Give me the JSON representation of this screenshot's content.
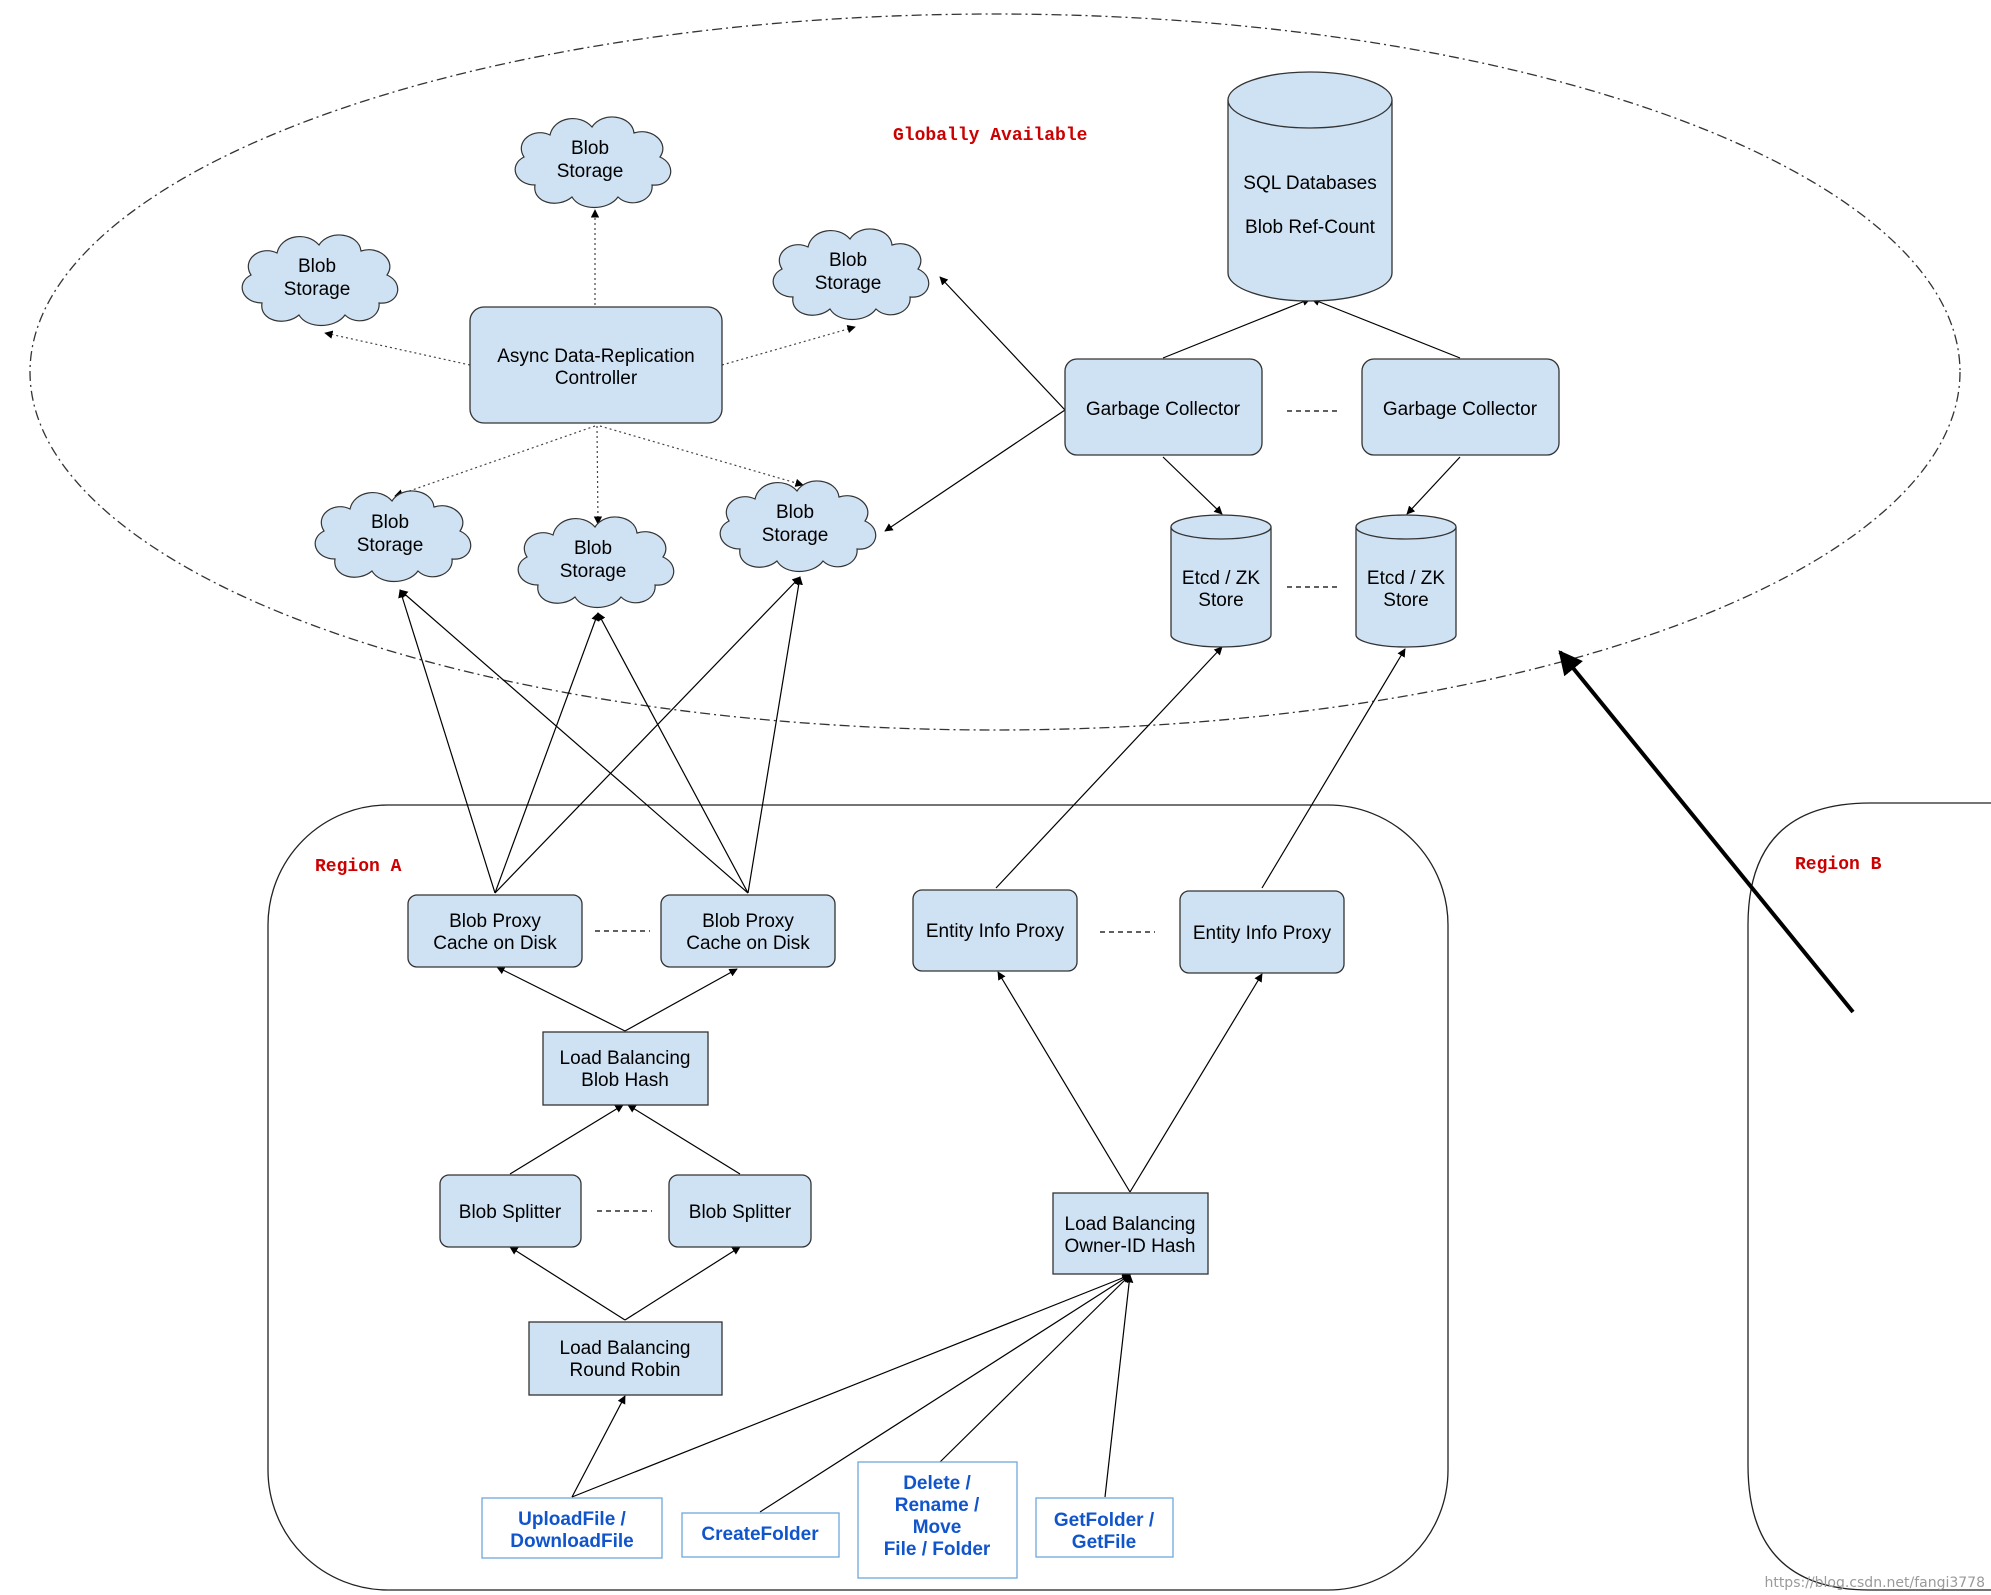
{
  "zones": {
    "global": "Globally Available",
    "region_a": "Region A",
    "region_b": "Region B"
  },
  "storage": {
    "sql_line1": "SQL Databases",
    "sql_line2": "Blob Ref-Count",
    "blob_line1": "Blob",
    "blob_line2": "Storage",
    "etcd_line1": "Etcd / ZK",
    "etcd_line2": "Store"
  },
  "services": {
    "replication_line1": "Async Data-Replication",
    "replication_line2": "Controller",
    "garbage_collector": "Garbage Collector",
    "blob_proxy_line1": "Blob Proxy",
    "blob_proxy_line2": "Cache on Disk",
    "entity_info_proxy": "Entity Info Proxy",
    "lb_blob_line1": "Load Balancing",
    "lb_blob_line2": "Blob Hash",
    "blob_splitter": "Blob Splitter",
    "lb_rr_line1": "Load Balancing",
    "lb_rr_line2": "Round Robin",
    "lb_owner_line1": "Load Balancing",
    "lb_owner_line2": "Owner-ID Hash"
  },
  "apis": {
    "upload_line1": "UploadFile /",
    "upload_line2": "DownloadFile",
    "create_folder": "CreateFolder",
    "delete_line1": "Delete /",
    "delete_line2": "Rename /",
    "delete_line3": "Move",
    "delete_line4": "File / Folder",
    "get_line1": "GetFolder /",
    "get_line2": "GetFile"
  },
  "watermark": "https://blog.csdn.net/fangi3778",
  "colors": {
    "node_fill": "#cfe2f3",
    "node_stroke": "#333333",
    "zone_label": "#cc0000",
    "api_text": "#1155cc"
  }
}
